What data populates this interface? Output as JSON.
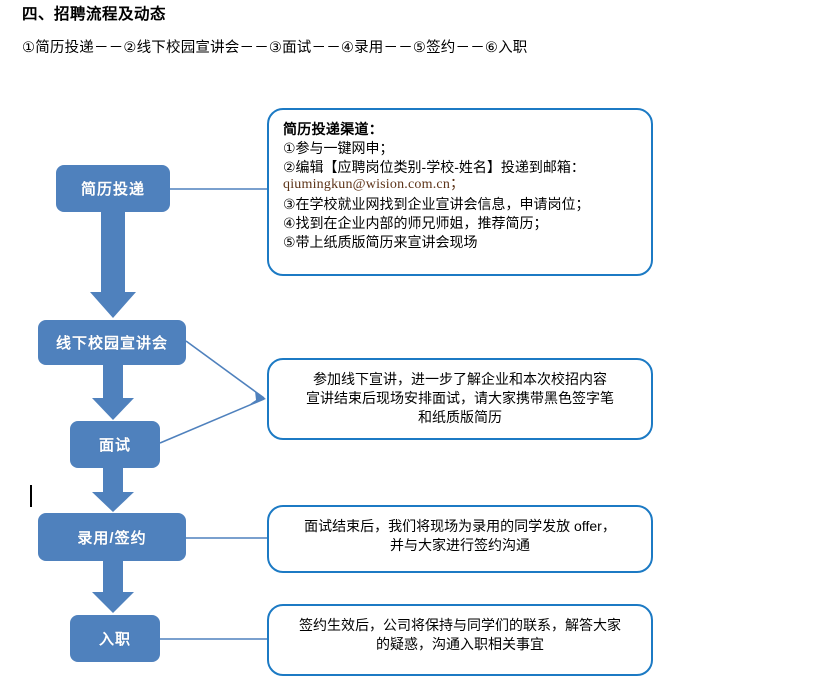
{
  "document": {
    "heading": "四、招聘流程及动态",
    "subline": "①简历投递－－②线下校园宣讲会－－③面试－－④录用－－⑤签约－－⑥入职"
  },
  "colors": {
    "process_box_fill": "#4f81bd",
    "process_box_text": "#ffffff",
    "callout_border": "#1c7ac4",
    "callout_fill": "#ffffff",
    "connector_line": "#4f81bd",
    "email_text": "#5c3317"
  },
  "flow": {
    "boxes": [
      {
        "id": "resume-submission",
        "label": "简历投递"
      },
      {
        "id": "offline-campus-talk",
        "label": "线下校园宣讲会"
      },
      {
        "id": "interview",
        "label": "面试"
      },
      {
        "id": "offer-signing",
        "label": "录用/签约"
      },
      {
        "id": "onboarding",
        "label": "入职"
      }
    ]
  },
  "callouts": [
    {
      "id": "resume-channels",
      "title": "简历投递渠道：",
      "lines": [
        "①参与一键网申；",
        "②编辑【应聘岗位类别-学校-姓名】投递到邮箱：",
        "qiumingkun@wision.com.cn；",
        "③在学校就业网找到企业宣讲会信息，申请岗位；",
        "④找到在企业内部的师兄师姐，推荐简历；",
        "⑤带上纸质版简历来宣讲会现场"
      ],
      "email": "qiumingkun@wision.com.cn；"
    },
    {
      "id": "campus-talk-detail",
      "lines": [
        "参加线下宣讲，进一步了解企业和本次校招内容",
        "宣讲结束后现场安排面试，请大家携带黑色签字笔",
        "和纸质版简历"
      ]
    },
    {
      "id": "offer-detail",
      "lines": [
        "面试结束后，我们将现场为录用的同学发放 offer，",
        "并与大家进行签约沟通"
      ]
    },
    {
      "id": "onboarding-detail",
      "lines": [
        "签约生效后，公司将保持与同学们的联系，解答大家",
        "的疑惑，沟通入职相关事宜"
      ]
    }
  ]
}
